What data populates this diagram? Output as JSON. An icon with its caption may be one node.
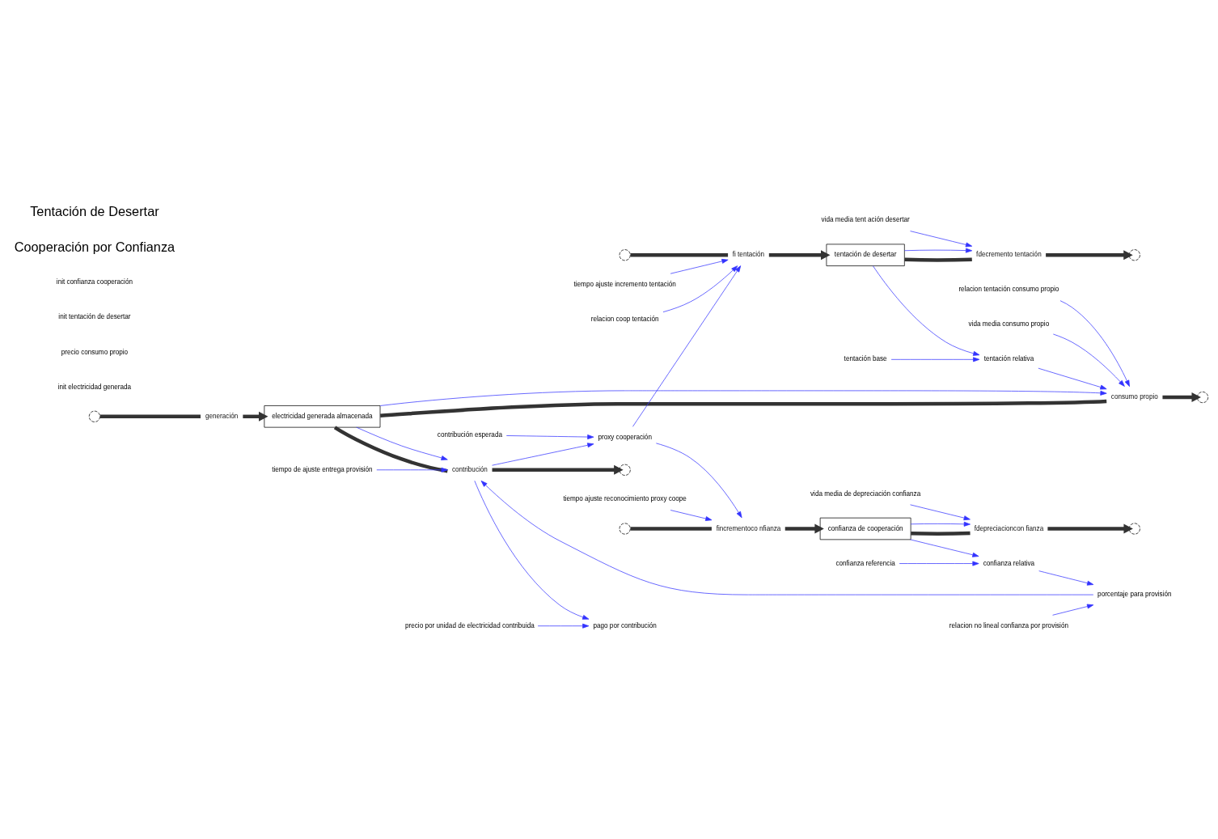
{
  "diagram": {
    "nodes": [
      {
        "text": [],
        "shape": "cloud"
      },
      {
        "text": [
          "fi tentación"
        ]
      },
      {
        "text": [
          "tentación de desertar"
        ]
      },
      {
        "text": [
          "fdecremento tentación"
        ]
      },
      {
        "text": [],
        "shape": "cloud"
      },
      {
        "text": [
          "tentación relativa"
        ]
      },
      {
        "text": [
          "tentación base"
        ]
      },
      {
        "text": [
          "tiempo ajuste incremento tentación"
        ]
      },
      {
        "text": [
          "relacion coop tentación"
        ]
      },
      {
        "text": [
          "vida media tent ación desertar"
        ]
      },
      {
        "text": [],
        "shape": "cloud"
      },
      {
        "text": [
          "generación"
        ]
      },
      {
        "text": [
          "electricidad generada almacenada"
        ]
      },
      {
        "text": [
          "consumo propio"
        ]
      },
      {
        "text": [],
        "shape": "cloud"
      },
      {
        "text": [
          "contribución"
        ]
      },
      {
        "text": [],
        "shape": "cloud"
      },
      {
        "text": [
          "relacion tentación consumo propio"
        ]
      },
      {
        "text": [
          "vida media consumo propio"
        ]
      },
      {
        "text": [
          "tiempo de ajuste entrega provisión"
        ]
      },
      {
        "text": [
          "porcentaje para provisión"
        ]
      },
      {
        "text": [
          "relacion no lineal confianza por provisión"
        ]
      },
      {
        "text": [
          "proxy cooperación"
        ]
      },
      {
        "text": [
          "pago por contribución"
        ]
      },
      {
        "text": [
          "precio por unidad de electricidad contribuida"
        ]
      },
      {
        "text": [
          "contribución esperada"
        ]
      },
      {
        "text": [],
        "shape": "cloud"
      },
      {
        "text": [
          "fincrementoco nfianza"
        ]
      },
      {
        "text": [
          "confianza de cooperación"
        ]
      },
      {
        "text": [
          "fdepreciacioncon fianza"
        ]
      },
      {
        "text": [],
        "shape": "cloud"
      },
      {
        "text": [
          "tiempo ajuste reconocimiento proxy coope"
        ]
      },
      {
        "text": [
          "vida media de depreciación confianza"
        ]
      },
      {
        "text": [
          "confianza relativa"
        ]
      },
      {
        "text": [
          "confianza referencia"
        ]
      }
    ],
    "edges": [
      {
        "from": 0,
        "to": 1,
        "arrow": "none",
        "style": "thick",
        "color": "#333333"
      },
      {
        "from": 1,
        "to": 2,
        "arrow": "to",
        "style": "thick",
        "color": "#333333"
      },
      {
        "from": 2,
        "to": 3,
        "arrow": "none",
        "style": "thick",
        "color": "#333333"
      },
      {
        "from": 3,
        "to": 4,
        "arrow": "to",
        "style": "thick",
        "color": "#333333"
      },
      {
        "from": 10,
        "to": 11,
        "arrow": "none",
        "style": "thick",
        "color": "#333333"
      },
      {
        "from": 11,
        "to": 12,
        "arrow": "to",
        "style": "thick",
        "color": "#333333"
      },
      {
        "from": 12,
        "to": 13,
        "arrow": "none",
        "style": "thick",
        "color": "#333333"
      },
      {
        "from": 13,
        "to": 14,
        "arrow": "to",
        "style": "thick",
        "color": "#333333"
      },
      {
        "from": 12,
        "to": 15,
        "arrow": "none",
        "style": "thick",
        "color": "#333333"
      },
      {
        "from": 15,
        "to": 16,
        "arrow": "to",
        "style": "thick",
        "color": "#333333"
      },
      {
        "from": 26,
        "to": 27,
        "arrow": "none",
        "style": "thick",
        "color": "#333333"
      },
      {
        "from": 27,
        "to": 28,
        "arrow": "to",
        "style": "thick",
        "color": "#333333"
      },
      {
        "from": 28,
        "to": 29,
        "arrow": "none",
        "style": "thick",
        "color": "#333333"
      },
      {
        "from": 29,
        "to": 30,
        "arrow": "to",
        "style": "thick",
        "color": "#333333"
      },
      {
        "from": 2,
        "to": 5,
        "arrow": "to"
      },
      {
        "from": 6,
        "to": 5,
        "arrow": "to"
      },
      {
        "from": 5,
        "to": 13,
        "arrow": "to"
      },
      {
        "from": 2,
        "to": 3,
        "arrow": "to"
      },
      {
        "from": 7,
        "to": 1,
        "arrow": "to"
      },
      {
        "from": 8,
        "to": 1,
        "arrow": "to"
      },
      {
        "from": 9,
        "to": 3,
        "arrow": "to"
      },
      {
        "from": 22,
        "to": 1,
        "arrow": "to"
      },
      {
        "from": 12,
        "to": 13,
        "arrow": "to"
      },
      {
        "from": 12,
        "to": 15,
        "arrow": "to"
      },
      {
        "from": 20,
        "to": 15,
        "arrow": "to"
      },
      {
        "from": 21,
        "to": 20,
        "arrow": "to"
      },
      {
        "from": 33,
        "to": 20,
        "arrow": "to"
      },
      {
        "from": 34,
        "to": 33,
        "arrow": "to"
      },
      {
        "from": 28,
        "to": 33,
        "arrow": "to"
      },
      {
        "from": 28,
        "to": 29,
        "arrow": "to"
      },
      {
        "from": 32,
        "to": 29,
        "arrow": "to"
      },
      {
        "from": 17,
        "to": 13,
        "arrow": "to"
      },
      {
        "from": 18,
        "to": 13,
        "arrow": "to"
      },
      {
        "from": 19,
        "to": 15,
        "arrow": "to"
      },
      {
        "from": 15,
        "to": 22,
        "arrow": "to"
      },
      {
        "from": 15,
        "to": 23,
        "arrow": "to"
      },
      {
        "from": 24,
        "to": 23,
        "arrow": "to"
      },
      {
        "from": 25,
        "to": 22,
        "arrow": "to"
      },
      {
        "from": 22,
        "to": 27,
        "arrow": "to"
      },
      {
        "from": 31,
        "to": 27,
        "arrow": "to"
      }
    ],
    "labels": [
      "init electricidad generada",
      "precio consumo propio",
      "init tentación de desertar",
      "init confianza cooperación",
      "Cooperación por Confianza",
      "Tentación de Desertar"
    ]
  }
}
